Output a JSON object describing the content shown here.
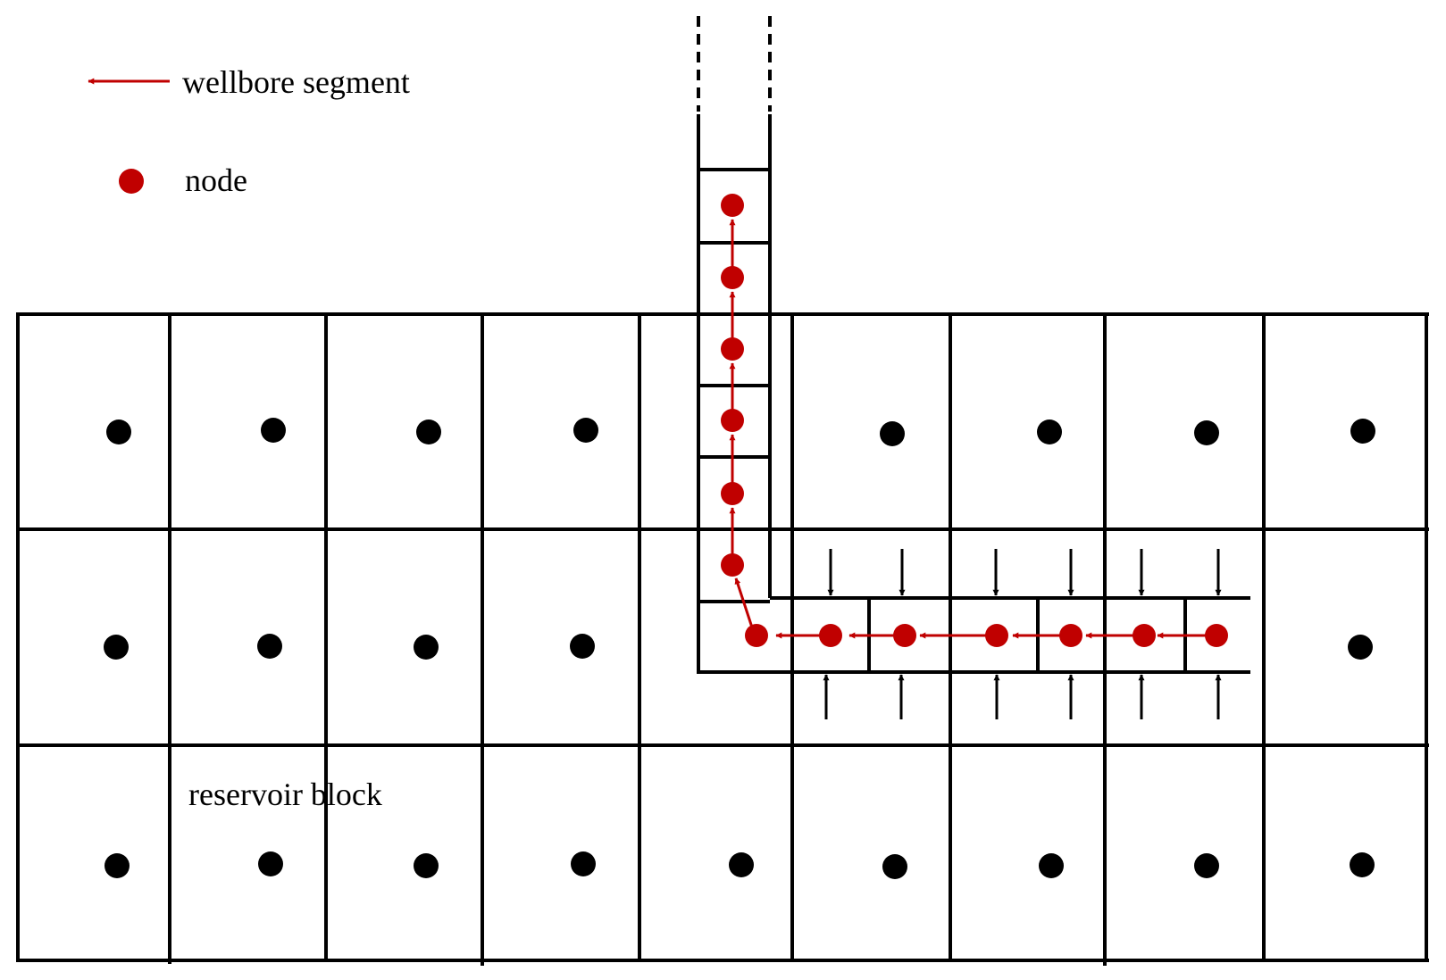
{
  "legend": {
    "segment_label": "wellbore segment",
    "node_label": "node"
  },
  "labels": {
    "reservoir_block": "reservoir block"
  },
  "colors": {
    "grid": "#000000",
    "wellbore": "#c00000",
    "block_center": "#000000"
  },
  "icons": {
    "segment": "left-arrow-icon",
    "node": "red-dot-icon",
    "inflow": "inflow-arrow-icon"
  }
}
